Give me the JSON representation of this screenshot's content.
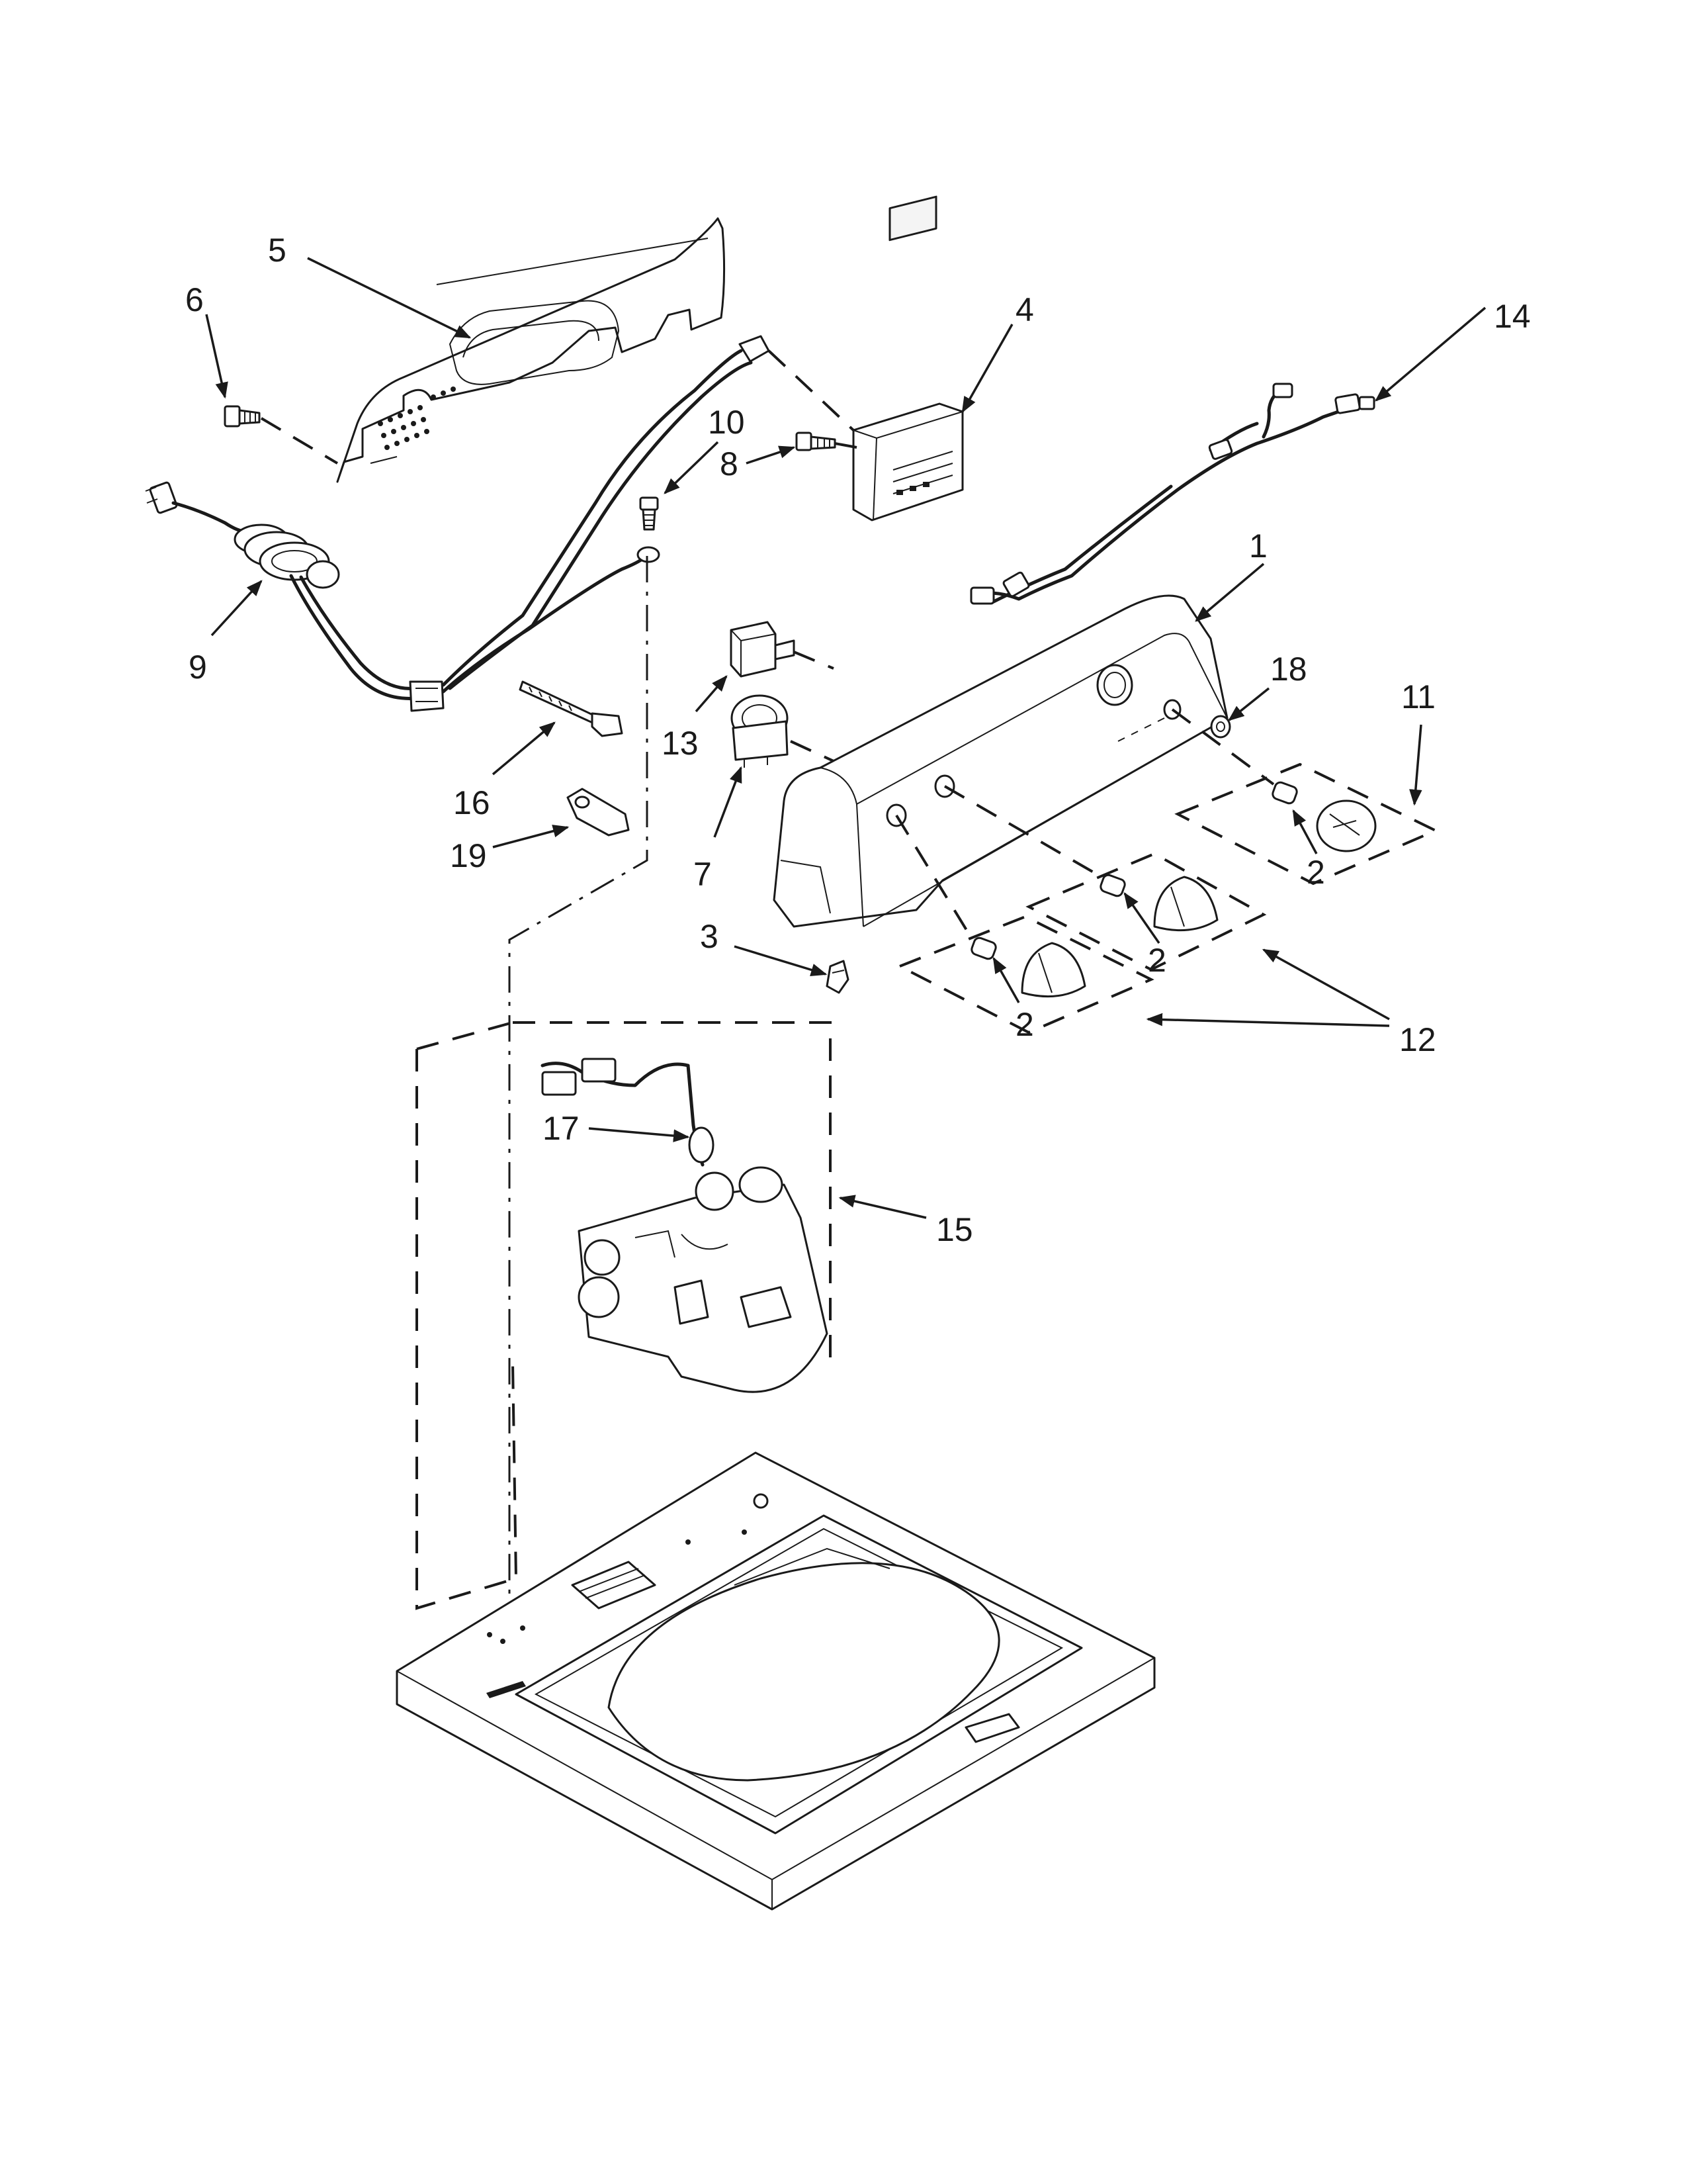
{
  "diagram": {
    "callouts": [
      {
        "id": "c1",
        "label": "1"
      },
      {
        "id": "c2a",
        "label": "2"
      },
      {
        "id": "c2b",
        "label": "2"
      },
      {
        "id": "c2c",
        "label": "2"
      },
      {
        "id": "c3",
        "label": "3"
      },
      {
        "id": "c4",
        "label": "4"
      },
      {
        "id": "c5",
        "label": "5"
      },
      {
        "id": "c6",
        "label": "6"
      },
      {
        "id": "c7",
        "label": "7"
      },
      {
        "id": "c8",
        "label": "8"
      },
      {
        "id": "c9",
        "label": "9"
      },
      {
        "id": "c10",
        "label": "10"
      },
      {
        "id": "c11",
        "label": "11"
      },
      {
        "id": "c12",
        "label": "12"
      },
      {
        "id": "c13",
        "label": "13"
      },
      {
        "id": "c14",
        "label": "14"
      },
      {
        "id": "c15",
        "label": "15"
      },
      {
        "id": "c16",
        "label": "16"
      },
      {
        "id": "c17",
        "label": "17"
      },
      {
        "id": "c18",
        "label": "18"
      },
      {
        "id": "c19",
        "label": "19"
      }
    ]
  }
}
